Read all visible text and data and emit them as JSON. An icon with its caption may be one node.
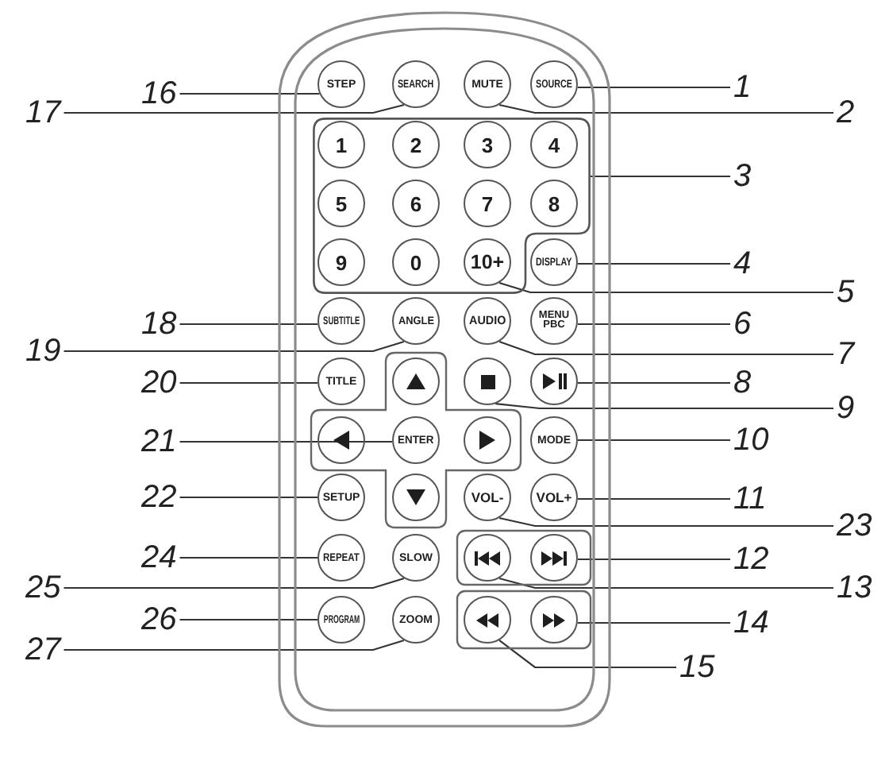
{
  "diagram": {
    "nodes": [
      {
        "text": [],
        "shape": "box"
      },
      {
        "text": [
          "STEP"
        ],
        "in": 0
      },
      {
        "text": [
          "SEARCH"
        ],
        "in": 0
      },
      {
        "text": [
          "MUTE"
        ],
        "in": 0
      },
      {
        "text": [
          "SOURCE"
        ],
        "in": 0
      },
      {
        "text": [],
        "shape": "box",
        "in": 0
      },
      {
        "text": [
          "1"
        ],
        "in": 5
      },
      {
        "text": [
          "2"
        ],
        "in": 5
      },
      {
        "text": [
          "3"
        ],
        "in": 5
      },
      {
        "text": [
          "4"
        ],
        "in": 5
      },
      {
        "text": [
          "5"
        ],
        "in": 5
      },
      {
        "text": [
          "6"
        ],
        "in": 5
      },
      {
        "text": [
          "7"
        ],
        "in": 5
      },
      {
        "text": [
          "8"
        ],
        "in": 5
      },
      {
        "text": [
          "9"
        ],
        "in": 5
      },
      {
        "text": [
          "0"
        ],
        "in": 5
      },
      {
        "text": [
          "10+"
        ],
        "in": 5
      },
      {
        "text": [
          "DISPLAY"
        ],
        "in": 0
      },
      {
        "text": [
          "SUBTITLE"
        ],
        "in": 0
      },
      {
        "text": [
          "ANGLE"
        ],
        "in": 0
      },
      {
        "text": [
          "AUDIO"
        ],
        "in": 0
      },
      {
        "text": [
          "MENU PBC"
        ],
        "in": 0
      },
      {
        "text": [
          "TITLE"
        ],
        "in": 0
      },
      {
        "text": [],
        "shape": "circle",
        "in": 0
      },
      {
        "text": [],
        "shape": "circle",
        "in": 0
      },
      {
        "text": [],
        "shape": "circle",
        "in": 0
      },
      {
        "text": [],
        "shape": "circle",
        "in": 0
      },
      {
        "text": [
          "ENTER"
        ],
        "in": 0
      },
      {
        "text": [],
        "shape": "circle",
        "in": 0
      },
      {
        "text": [
          "MODE"
        ],
        "in": 0
      },
      {
        "text": [
          "SETUP"
        ],
        "in": 0
      },
      {
        "text": [],
        "shape": "circle",
        "in": 0
      },
      {
        "text": [
          "VOL-"
        ],
        "in": 0
      },
      {
        "text": [
          "VOL+"
        ],
        "in": 0
      },
      {
        "text": [
          "REPEAT"
        ],
        "in": 0
      },
      {
        "text": [
          "SLOW"
        ],
        "in": 0
      },
      {
        "text": [],
        "shape": "circle",
        "in": 0
      },
      {
        "text": [],
        "shape": "circle",
        "in": 0
      },
      {
        "text": [
          "PROGRAM"
        ],
        "in": 0
      },
      {
        "text": [
          "ZOOM"
        ],
        "in": 0
      },
      {
        "text": [],
        "shape": "circle",
        "in": 0
      },
      {
        "text": [],
        "shape": "circle",
        "in": 0
      },
      {
        "text": [
          "1"
        ]
      },
      {
        "text": [
          "2"
        ]
      },
      {
        "text": [
          "3"
        ]
      },
      {
        "text": [
          "4"
        ]
      },
      {
        "text": [
          "5"
        ]
      },
      {
        "text": [
          "6"
        ]
      },
      {
        "text": [
          "7"
        ]
      },
      {
        "text": [
          "8"
        ]
      },
      {
        "text": [
          "9"
        ]
      },
      {
        "text": [
          "10"
        ]
      },
      {
        "text": [
          "11"
        ]
      },
      {
        "text": [
          "12"
        ]
      },
      {
        "text": [
          "13"
        ]
      },
      {
        "text": [
          "14"
        ]
      },
      {
        "text": [
          "15"
        ]
      },
      {
        "text": [
          "16"
        ]
      },
      {
        "text": [
          "17"
        ]
      },
      {
        "text": [
          "18"
        ]
      },
      {
        "text": [
          "19"
        ]
      },
      {
        "text": [
          "20"
        ]
      },
      {
        "text": [
          "21"
        ]
      },
      {
        "text": [
          "22"
        ]
      },
      {
        "text": [
          "23"
        ]
      },
      {
        "text": [
          "24"
        ]
      },
      {
        "text": [
          "25"
        ]
      },
      {
        "text": [
          "26"
        ]
      },
      {
        "text": [
          "27"
        ]
      }
    ],
    "edges": [
      {
        "from": 42,
        "to": 4,
        "arrow": "none"
      },
      {
        "from": 43,
        "to": 3,
        "arrow": "none"
      },
      {
        "from": 44,
        "to": 5,
        "arrow": "none"
      },
      {
        "from": 45,
        "to": 17,
        "arrow": "none"
      },
      {
        "from": 46,
        "to": 16,
        "arrow": "none"
      },
      {
        "from": 47,
        "to": 21,
        "arrow": "none"
      },
      {
        "from": 48,
        "to": 20,
        "arrow": "none"
      },
      {
        "from": 49,
        "to": 25,
        "arrow": "none"
      },
      {
        "from": 50,
        "to": 24,
        "arrow": "none"
      },
      {
        "from": 51,
        "to": 29,
        "arrow": "none"
      },
      {
        "from": 52,
        "to": 33,
        "arrow": "none"
      },
      {
        "from": 53,
        "to": 37,
        "arrow": "none"
      },
      {
        "from": 54,
        "to": 36,
        "arrow": "none"
      },
      {
        "from": 55,
        "to": 41,
        "arrow": "none"
      },
      {
        "from": 56,
        "to": 40,
        "arrow": "none"
      },
      {
        "from": 57,
        "to": 1,
        "arrow": "none"
      },
      {
        "from": 58,
        "to": 2,
        "arrow": "none"
      },
      {
        "from": 59,
        "to": 18,
        "arrow": "none"
      },
      {
        "from": 60,
        "to": 19,
        "arrow": "none"
      },
      {
        "from": 61,
        "to": 22,
        "arrow": "none"
      },
      {
        "from": 62,
        "to": 27,
        "arrow": "none"
      },
      {
        "from": 63,
        "to": 30,
        "arrow": "none"
      },
      {
        "from": 64,
        "to": 32,
        "arrow": "none"
      },
      {
        "from": 65,
        "to": 34,
        "arrow": "none"
      },
      {
        "from": 66,
        "to": 35,
        "arrow": "none"
      },
      {
        "from": 67,
        "to": 38,
        "arrow": "none"
      },
      {
        "from": 68,
        "to": 39,
        "arrow": "none"
      }
    ]
  }
}
